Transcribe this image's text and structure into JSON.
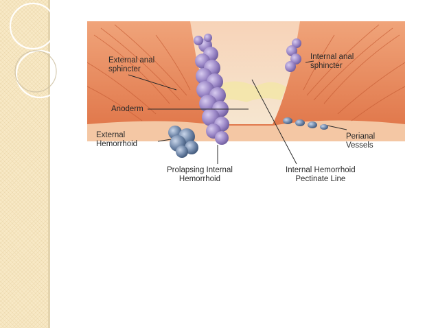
{
  "diagram": {
    "labels": {
      "external_anal_sphincter": "External anal\nsphincter",
      "internal_anal_sphincter": "Internal anal\nsphincter",
      "anoderm": "Anoderm",
      "external_hemorrhoid": "External\nHemorrhoid",
      "perianal_vessels": "Perianal\nVessels",
      "prolapsing_internal_hemorrhoid": "Prolapsing Internal\nHemorrhoid",
      "internal_hemorrhoid_pectinate_line": "Internal Hemorrhoid\nPectinate Line"
    },
    "colors": {
      "muscle": "#e8845a",
      "muscle_light": "#f4b48c",
      "hemorrhoid": "#9a86c6",
      "external_hemorrhoid": "#6f86a8",
      "background_strip": "#f8e9c6"
    }
  }
}
